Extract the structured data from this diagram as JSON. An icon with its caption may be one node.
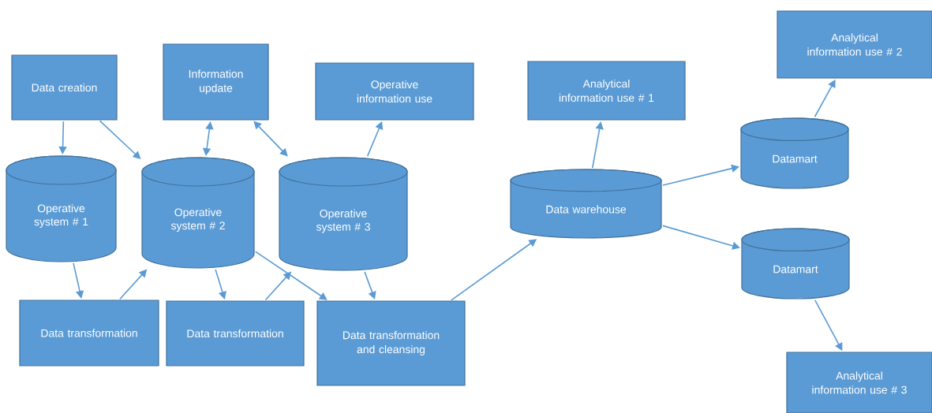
{
  "diagram": {
    "nodes": [
      {
        "text": [
          "Data creation"
        ]
      },
      {
        "text": [
          "Information update"
        ]
      },
      {
        "text": [
          "Operative information use"
        ]
      },
      {
        "text": [
          "Analytical information use # 1"
        ]
      },
      {
        "text": [
          "Analytical information use # 2"
        ]
      },
      {
        "text": [
          "Operative system # 1"
        ]
      },
      {
        "text": [
          "Operative system # 2"
        ]
      },
      {
        "text": [
          "Operative system # 3"
        ]
      },
      {
        "text": [
          "Data warehouse"
        ]
      },
      {
        "text": [
          "Datamart"
        ]
      },
      {
        "text": [
          "Datamart"
        ]
      },
      {
        "text": [
          "Data transformation"
        ]
      },
      {
        "text": [
          "Data transformation"
        ]
      },
      {
        "text": [
          "Data transformation and cleansing"
        ]
      },
      {
        "text": [
          "Analytical information use # 3"
        ]
      }
    ],
    "edges": [
      {
        "from": 0,
        "to": 5,
        "arrow": "to"
      },
      {
        "from": 0,
        "to": 6,
        "arrow": "to"
      },
      {
        "from": 1,
        "to": 6,
        "arrow": "both"
      },
      {
        "from": 1,
        "to": 7,
        "arrow": "both"
      },
      {
        "from": 7,
        "to": 2,
        "arrow": "to"
      },
      {
        "from": 5,
        "to": 11,
        "arrow": "to"
      },
      {
        "from": 11,
        "to": 6,
        "arrow": "to"
      },
      {
        "from": 6,
        "to": 12,
        "arrow": "to"
      },
      {
        "from": 12,
        "to": 7,
        "arrow": "to"
      },
      {
        "from": 6,
        "to": 13,
        "arrow": "to"
      },
      {
        "from": 7,
        "to": 13,
        "arrow": "to"
      },
      {
        "from": 13,
        "to": 8,
        "arrow": "to"
      },
      {
        "from": 8,
        "to": 3,
        "arrow": "to"
      },
      {
        "from": 8,
        "to": 9,
        "arrow": "to"
      },
      {
        "from": 8,
        "to": 10,
        "arrow": "to"
      },
      {
        "from": 9,
        "to": 4,
        "arrow": "to"
      },
      {
        "from": 10,
        "to": 14,
        "arrow": "to"
      }
    ]
  }
}
